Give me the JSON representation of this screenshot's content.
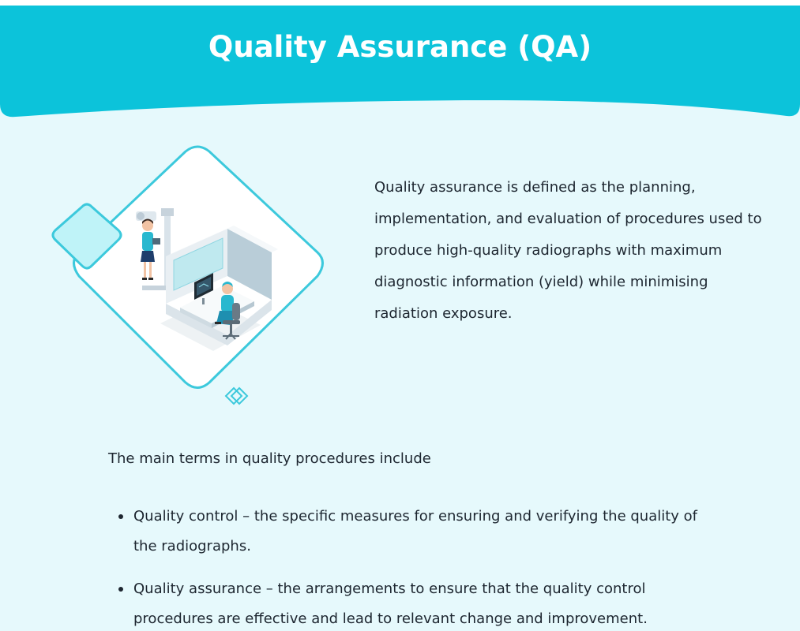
{
  "header": {
    "title": "Quality Assurance (QA)"
  },
  "colors": {
    "header_bg": "#0cc3da",
    "page_bg": "#e6f9fc",
    "accent_outline": "#3cc9dc",
    "accent_fill": "#bff3f8"
  },
  "illustration": {
    "icon": "radiography-room-illustration"
  },
  "intro": {
    "text": "Quality assurance is defined as the planning, implementation, and evaluation of procedures used to produce high-quality radiographs with maximum diagnostic information (yield) while minimising radiation exposure."
  },
  "terms": {
    "intro": "The main terms in quality procedures include",
    "items": [
      {
        "text": "Quality control – the specific measures for ensuring and verifying the quality of the radiographs."
      },
      {
        "text": "Quality assurance – the arrangements to ensure that the quality control procedures are effective and lead to relevant change and improvement."
      }
    ]
  }
}
